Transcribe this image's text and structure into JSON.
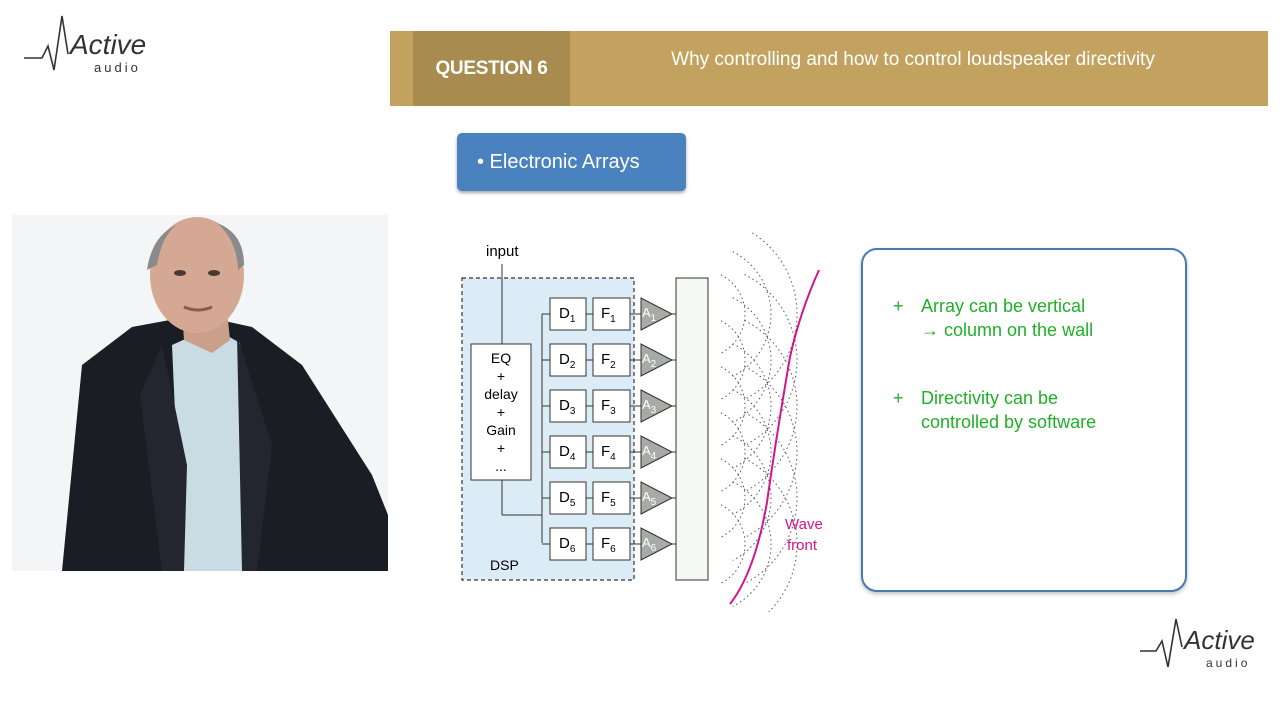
{
  "logo": {
    "word": "Active",
    "sub": "audio"
  },
  "header": {
    "question_label": "QUESTION 6",
    "title": "Why controlling and how to control loudspeaker directivity"
  },
  "section": {
    "label": "• Electronic Arrays"
  },
  "diagram": {
    "input_label": "input",
    "processor_lines": [
      "EQ",
      "+",
      "delay",
      "+",
      "Gain",
      "+",
      "..."
    ],
    "dsp_label": "DSP",
    "channels": [
      {
        "d": "D",
        "f": "F",
        "a": "A",
        "n": "1"
      },
      {
        "d": "D",
        "f": "F",
        "a": "A",
        "n": "2"
      },
      {
        "d": "D",
        "f": "F",
        "a": "A",
        "n": "3"
      },
      {
        "d": "D",
        "f": "F",
        "a": "A",
        "n": "4"
      },
      {
        "d": "D",
        "f": "F",
        "a": "A",
        "n": "5"
      },
      {
        "d": "D",
        "f": "F",
        "a": "A",
        "n": "6"
      }
    ],
    "wavefront_label": [
      "Wave",
      "front"
    ]
  },
  "notes": [
    {
      "bullet": "+",
      "lines": [
        "Array can be vertical",
        "→ column on the wall"
      ]
    },
    {
      "bullet": "+",
      "lines": [
        "Directivity can be",
        "controlled by software"
      ]
    }
  ],
  "colors": {
    "header_bar": "#c3a260",
    "question_box": "#a88c4f",
    "section_tag": "#4a82c0",
    "notes_text": "#1fb027",
    "wavefront": "#d4148c",
    "dsp_fill": "#dcecf6"
  }
}
